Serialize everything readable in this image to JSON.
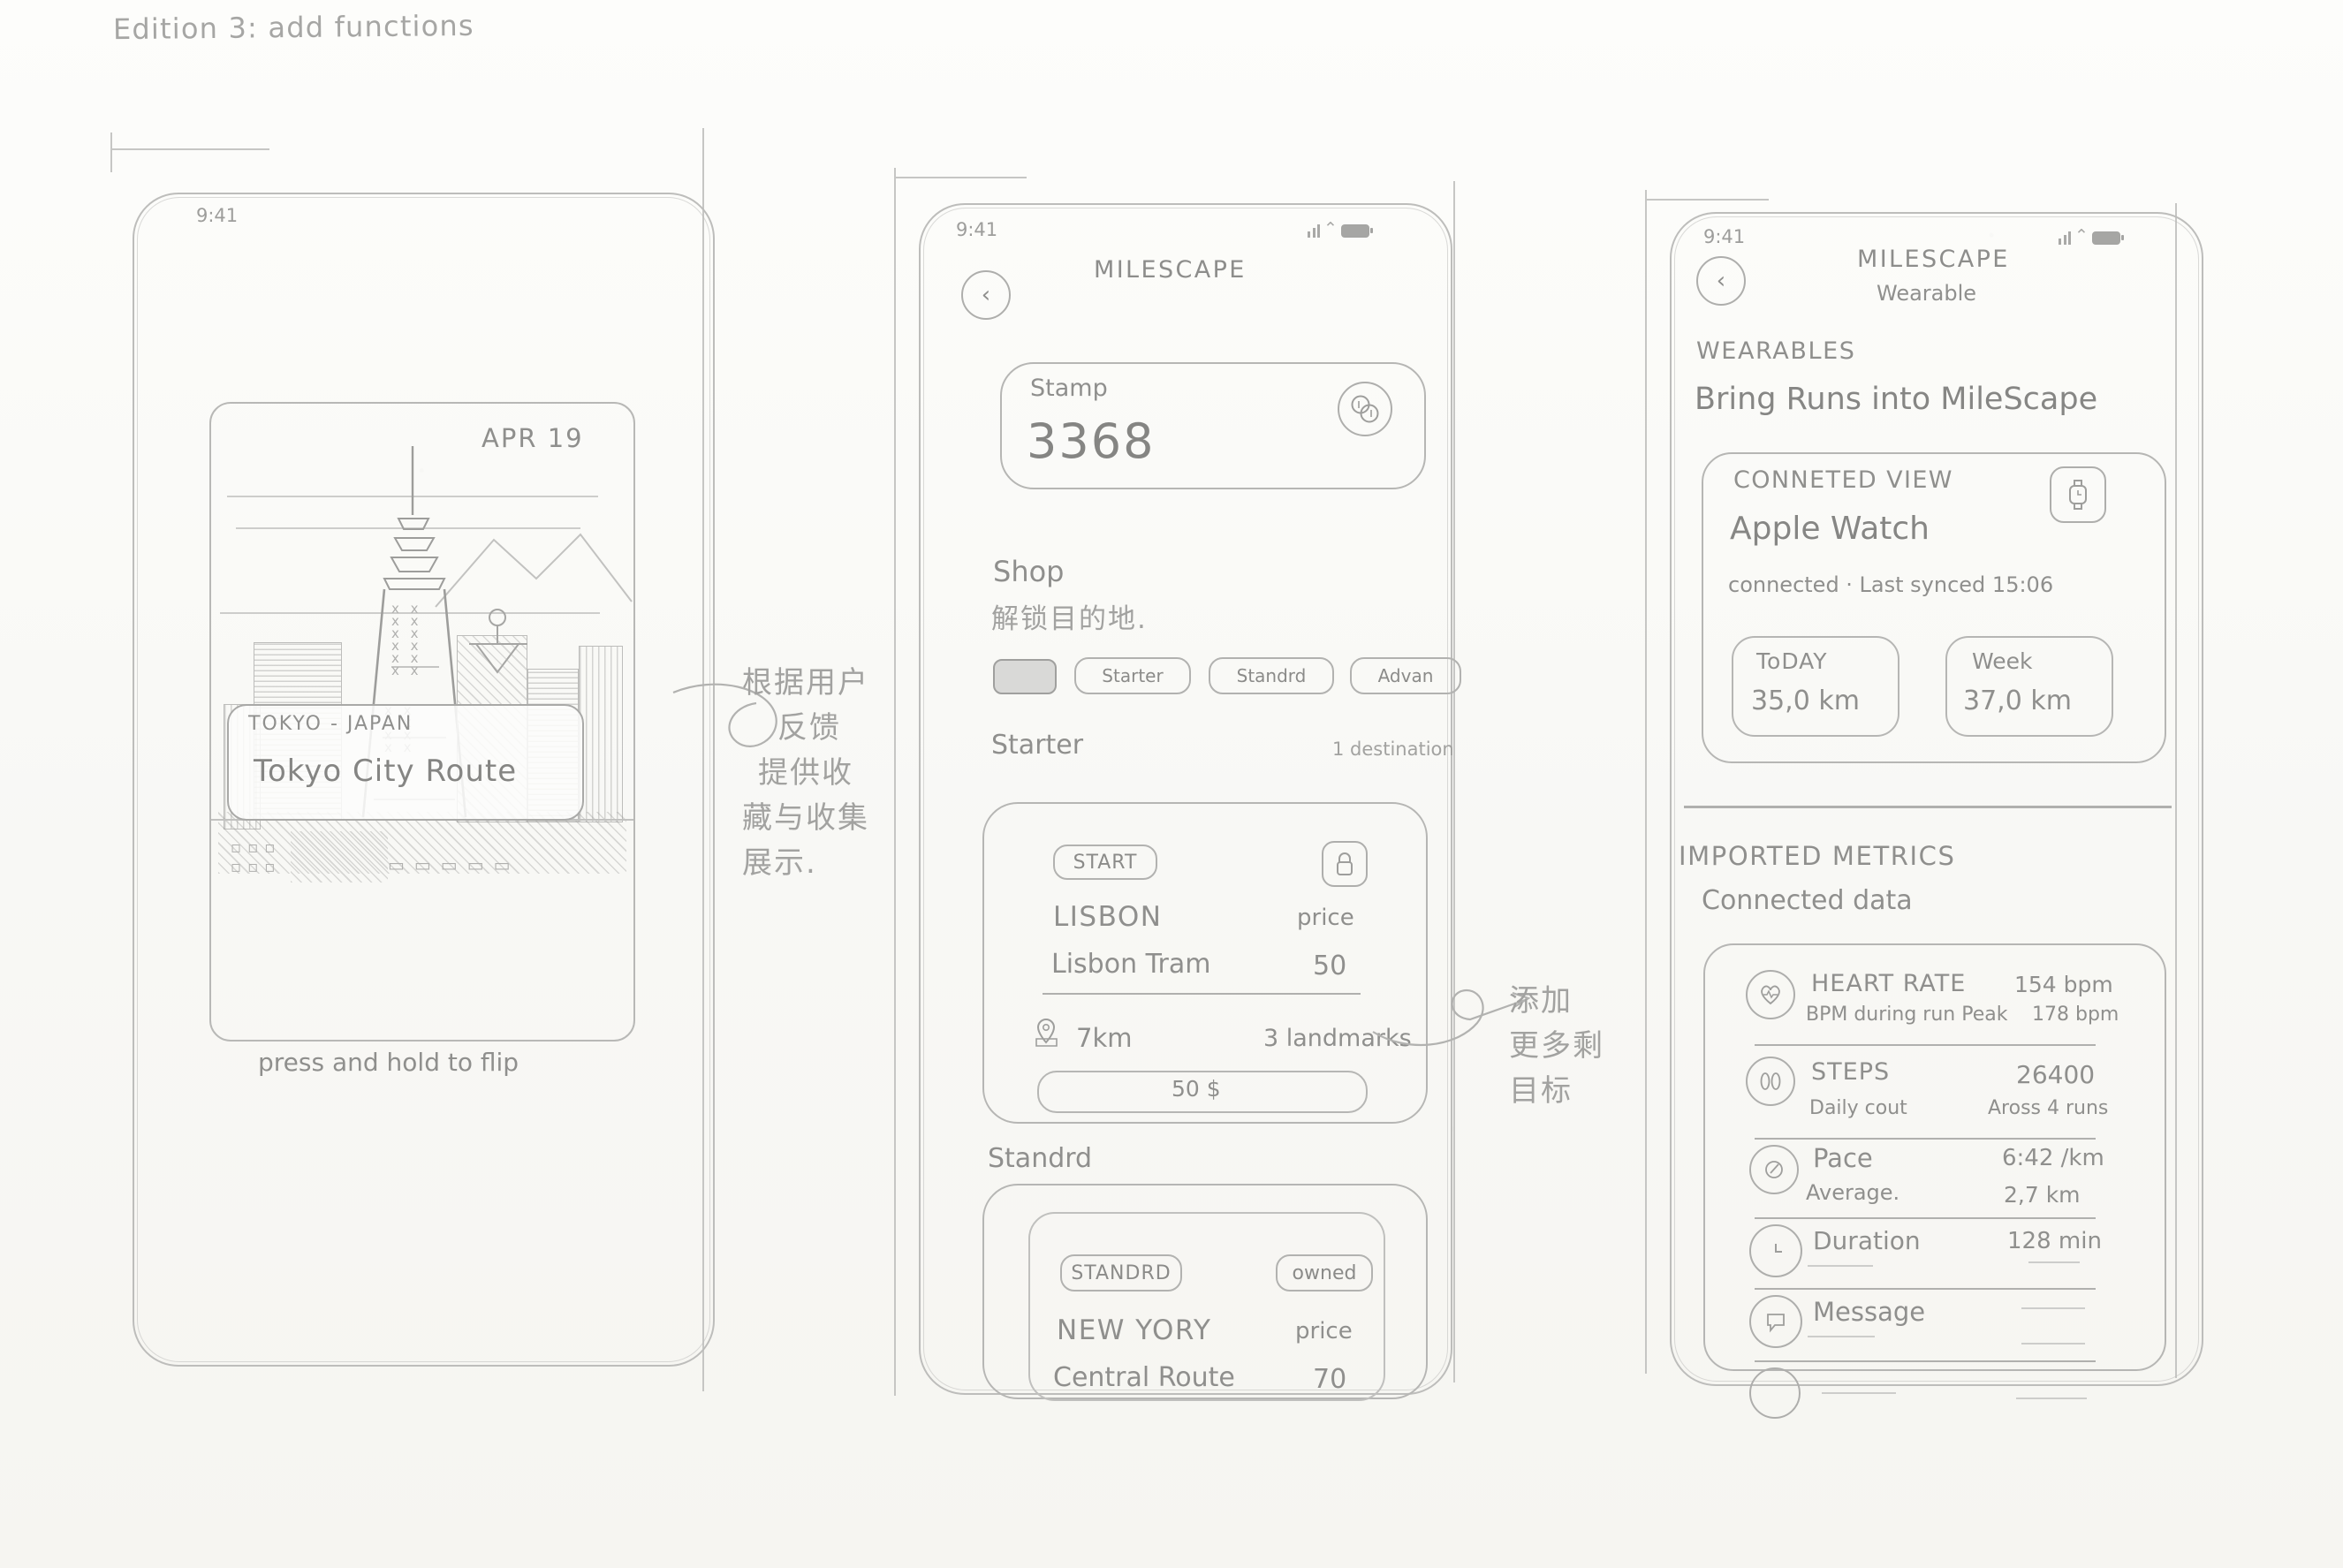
{
  "page": {
    "title": "Edition 3: add functions"
  },
  "annotations": {
    "left_note": "根据用户反馈 提供收藏与收集 展示.",
    "left_note_lines": [
      "根据用户",
      "反馈",
      "提供收",
      "藏与收集",
      "展示."
    ],
    "right_note_lines": [
      "添加",
      "更多剩",
      "目标"
    ]
  },
  "screen1": {
    "status": {
      "time": "9:41"
    },
    "photo": {
      "date_badge": "APR 19",
      "country_label": "TOKYO - JAPAN",
      "route_title": "Tokyo City Route"
    },
    "hint": "press and hold to flip"
  },
  "screen2": {
    "status": {
      "time": "9:41"
    },
    "app_title": "MILESCAPE",
    "back_label": "‹",
    "balance": {
      "label": "Stamp",
      "value": "3368",
      "icon": "coins-icon"
    },
    "shop": {
      "heading": "Shop",
      "subheading": "解锁目的地.",
      "filters": [
        {
          "label": "",
          "icon": "all-tile-icon",
          "selected": true
        },
        {
          "label": "Starter",
          "selected": false
        },
        {
          "label": "Standrd",
          "selected": false
        },
        {
          "label": "Advan",
          "selected": false
        }
      ]
    },
    "sections": [
      {
        "name": "Starter",
        "count": "1 destination",
        "card": {
          "badge": "START",
          "lock_icon": "lock-icon",
          "city": "LISBON",
          "price_label": "price",
          "route": "Lisbon Tram",
          "price_value": "50",
          "distance": "7km",
          "landmarks": "3 landmarks",
          "buy_button": "50 $"
        }
      },
      {
        "name": "Standrd",
        "card": {
          "badge": "STANDRD",
          "owned_badge": "owned",
          "city": "NEW YORY",
          "price_label": "price",
          "route": "Central Route",
          "price_value": "70"
        }
      }
    ]
  },
  "screen3": {
    "status": {
      "time": "9:41"
    },
    "app_title": "MILESCAPE",
    "app_subtitle": "Wearable",
    "back_label": "‹",
    "section_label": "WEARABLES",
    "headline": "Bring Runs into MileScape",
    "connected": {
      "title": "CONNETED VIEW",
      "device": "Apple Watch",
      "status": "connected · Last synced 15:06",
      "stats": [
        {
          "label": "ToDAY",
          "value": "35,0 km"
        },
        {
          "label": "Week",
          "value": "37,0 km"
        }
      ],
      "icon": "watch-icon"
    },
    "metrics": {
      "title": "IMPORTED METRICS",
      "subtitle": "Connected data",
      "rows": [
        {
          "icon": "heart-icon",
          "name": "HEART RATE",
          "value": "154 bpm",
          "sub_name": "BPM during run Peak",
          "sub_value": "178 bpm"
        },
        {
          "icon": "footsteps-icon",
          "name": "STEPS",
          "value": "26400",
          "sub_name": "Daily cout",
          "sub_value": "Aross 4 runs"
        },
        {
          "icon": "speedometer-icon",
          "name": "Pace",
          "value": "6:42 /km",
          "sub_name": "Average.",
          "sub_value": "2,7 km"
        },
        {
          "icon": "clock-icon",
          "name": "Duration",
          "value": "128 min",
          "sub_name": "",
          "sub_value": ""
        },
        {
          "icon": "message-icon",
          "name": "Message",
          "value": "",
          "sub_name": "",
          "sub_value": ""
        },
        {
          "icon": "more-icon",
          "name": "",
          "value": "",
          "sub_name": "",
          "sub_value": ""
        }
      ]
    }
  }
}
